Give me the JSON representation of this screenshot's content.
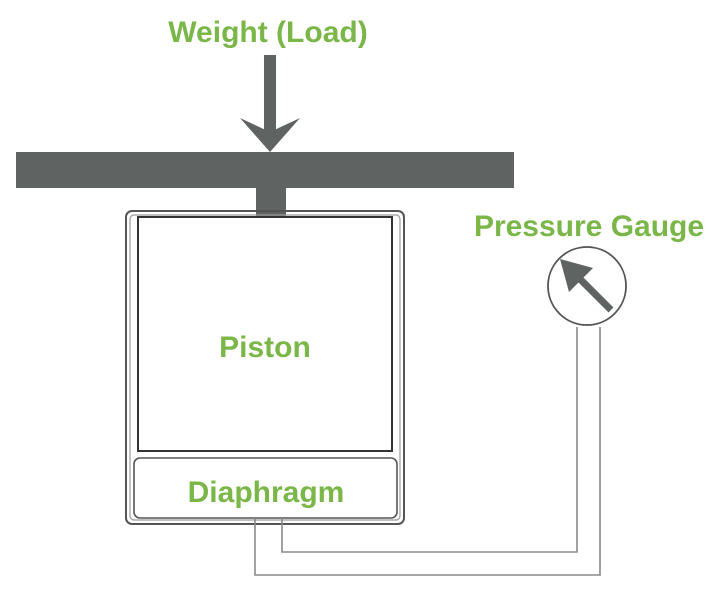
{
  "labels": {
    "weight": "Weight (Load)",
    "piston": "Piston",
    "diaphragm": "Diaphragm",
    "gauge": "Pressure Gauge"
  },
  "colors": {
    "label_green": "#7ab648",
    "beam_gray": "#5f6361",
    "outline_gray": "#555555",
    "pipe_gray": "#8a8a8a",
    "background": "#ffffff"
  },
  "icons": {
    "load_arrow": "down-arrow-icon",
    "gauge_needle": "up-left-arrow-icon"
  }
}
